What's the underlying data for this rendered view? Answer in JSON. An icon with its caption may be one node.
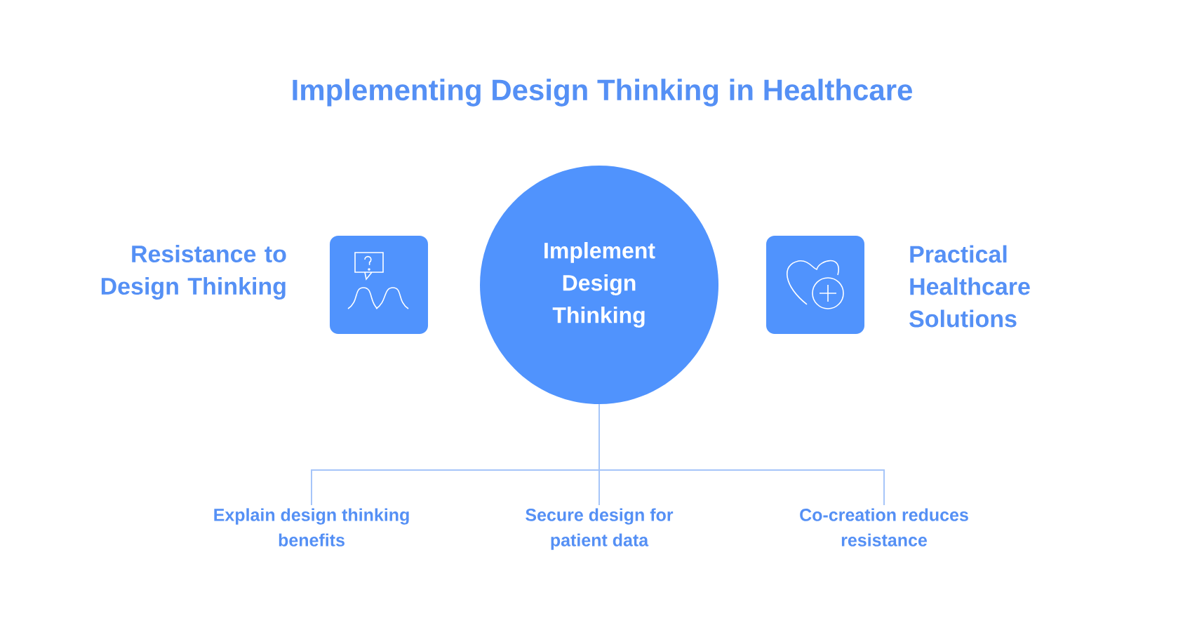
{
  "diagram": {
    "title": "Implementing Design Thinking in Healthcare",
    "nodes": [
      {
        "text": [
          "Resistance to Design Thinking"
        ]
      },
      {
        "text": [
          "Implement Design Thinking"
        ]
      },
      {
        "text": [
          "Practical Healthcare Solutions"
        ]
      },
      {
        "text": [
          "Explain design thinking benefits"
        ]
      },
      {
        "text": [
          "Secure design for patient data"
        ]
      },
      {
        "text": [
          "Co-creation reduces resistance"
        ]
      }
    ],
    "edges": [
      {
        "from": 1,
        "to": 3,
        "arrow": "none"
      },
      {
        "from": 1,
        "to": 4,
        "arrow": "none"
      },
      {
        "from": 1,
        "to": 5,
        "arrow": "none"
      }
    ]
  }
}
